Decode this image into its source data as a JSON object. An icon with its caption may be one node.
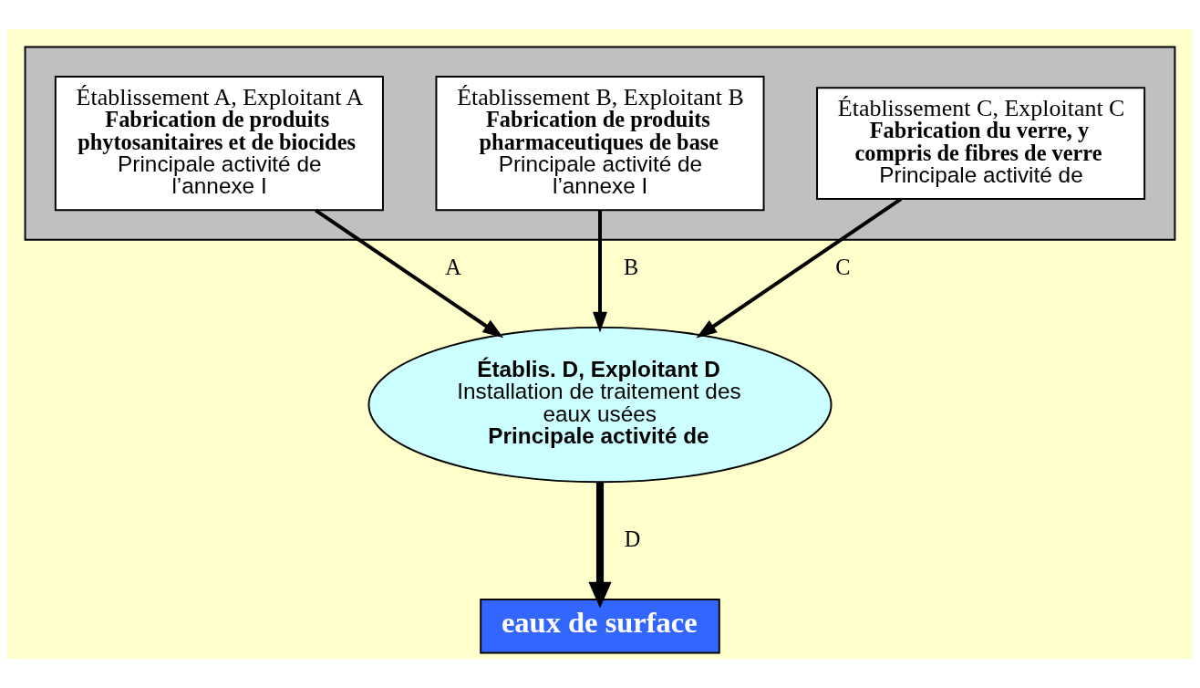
{
  "diagram": {
    "nodes": [
      {
        "text": [],
        "shape": "box"
      },
      {
        "text": [
          "Établissement A, Exploitant A",
          "Fabrication de produits phytosanitaires et de biocides",
          "Principale activité de l’annexe I"
        ],
        "in": 0
      },
      {
        "text": [
          "Établissement B, Exploitant B",
          "Fabrication de produits pharmaceutiques de base",
          "Principale activité de l’annexe I"
        ],
        "in": 0
      },
      {
        "text": [
          "Établissement C, Exploitant C",
          "Fabrication du verre, y compris de fibres de verre",
          "Principale activité de"
        ],
        "in": 0
      },
      {
        "text": [
          "Établis. D, Exploitant D",
          "Installation de traitement des eaux usées",
          "Principale activité de"
        ]
      },
      {
        "text": [
          "eaux de surface"
        ]
      }
    ],
    "edges": [
      {
        "from": 1,
        "to": 4,
        "arrow": "to",
        "label": "A"
      },
      {
        "from": 2,
        "to": 4,
        "arrow": "to",
        "label": "B"
      },
      {
        "from": 3,
        "to": 4,
        "arrow": "to",
        "label": "C"
      },
      {
        "from": 4,
        "to": 5,
        "arrow": "to",
        "label": "D",
        "style": "thick"
      }
    ]
  }
}
